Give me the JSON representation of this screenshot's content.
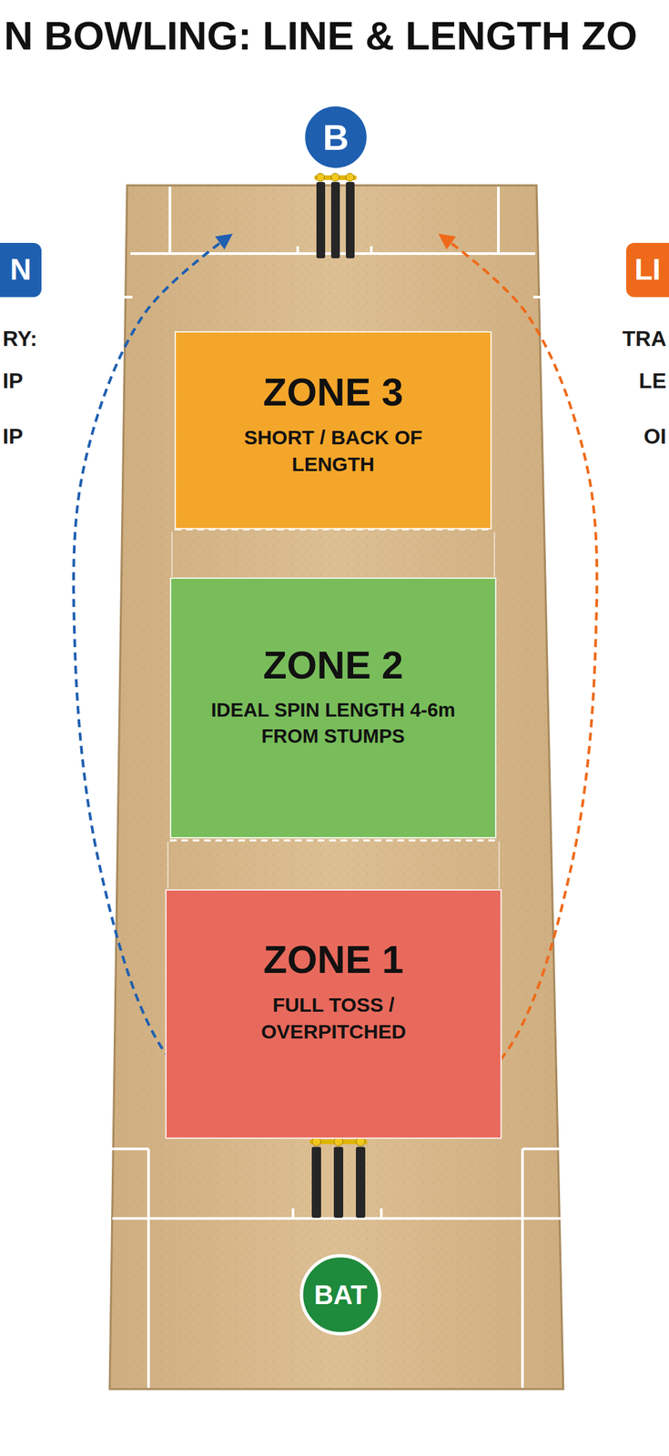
{
  "diagram": {
    "title": "N BOWLING: LINE & LENGTH ZO",
    "nodes": [
      {
        "text": [
          "B"
        ]
      },
      {
        "text": [
          "N"
        ]
      },
      {
        "text": [
          "LI"
        ]
      },
      {
        "text": [
          "ZONE 3",
          "SHORT / BACK OF LENGTH"
        ]
      },
      {
        "text": [
          "ZONE 2",
          "IDEAL SPIN LENGTH 4-6m FROM STUMPS"
        ]
      },
      {
        "text": [
          "ZONE 1",
          "FULL TOSS / OVERPITCHED"
        ]
      },
      {
        "text": [
          "BAT"
        ]
      }
    ],
    "labels": [
      "RY:",
      "TRA",
      "IP",
      "LE",
      "IP",
      "OI"
    ]
  }
}
